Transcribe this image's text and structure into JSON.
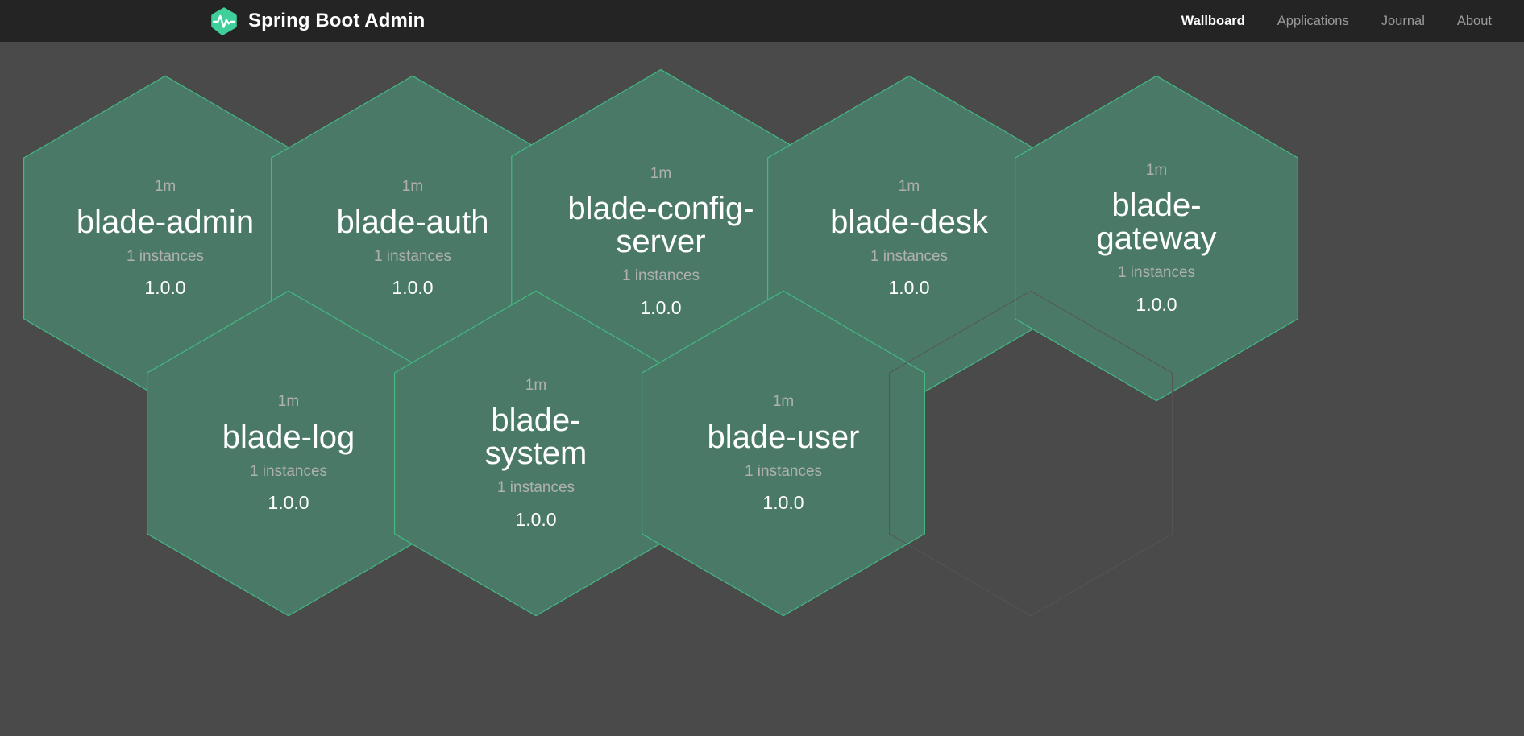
{
  "navbar": {
    "brand_title": "Spring Boot Admin",
    "logo_icon": "heartbeat-hexagon-logo",
    "links": [
      {
        "label": "Wallboard",
        "active": true
      },
      {
        "label": "Applications",
        "active": false
      },
      {
        "label": "Journal",
        "active": false
      },
      {
        "label": "About",
        "active": false
      }
    ]
  },
  "colors": {
    "navbar_bg": "#242424",
    "page_bg": "#4a4a4a",
    "hex_fill": "#4a7a67",
    "hex_border": "#42b983",
    "hex_empty_border": "#555555",
    "brand_green": "#3ecf9a",
    "text_primary": "#ffffff",
    "text_muted": "#b0b0b0",
    "nav_muted": "#9b9b9b"
  },
  "wallboard": {
    "rows": [
      {
        "tiles": [
          {
            "uptime": "1m",
            "name": "blade-admin",
            "instances": "1 instances",
            "version": "1.0.0",
            "status": "up",
            "wide": false
          },
          {
            "uptime": "1m",
            "name": "blade-auth",
            "instances": "1 instances",
            "version": "1.0.0",
            "status": "up",
            "wide": false
          },
          {
            "uptime": "1m",
            "name": "blade-config-server",
            "instances": "1 instances",
            "version": "1.0.0",
            "status": "up",
            "wide": true
          },
          {
            "uptime": "1m",
            "name": "blade-desk",
            "instances": "1 instances",
            "version": "1.0.0",
            "status": "up",
            "wide": false
          },
          {
            "uptime": "1m",
            "name": "blade-gateway",
            "instances": "1 instances",
            "version": "1.0.0",
            "status": "up",
            "wide": false
          }
        ]
      },
      {
        "tiles": [
          {
            "uptime": "1m",
            "name": "blade-log",
            "instances": "1 instances",
            "version": "1.0.0",
            "status": "up",
            "wide": false
          },
          {
            "uptime": "1m",
            "name": "blade-system",
            "instances": "1 instances",
            "version": "1.0.0",
            "status": "up",
            "wide": false
          },
          {
            "uptime": "1m",
            "name": "blade-user",
            "instances": "1 instances",
            "version": "1.0.0",
            "status": "up",
            "wide": false
          },
          {
            "uptime": "",
            "name": "",
            "instances": "",
            "version": "",
            "status": "empty",
            "wide": false
          }
        ]
      }
    ]
  }
}
